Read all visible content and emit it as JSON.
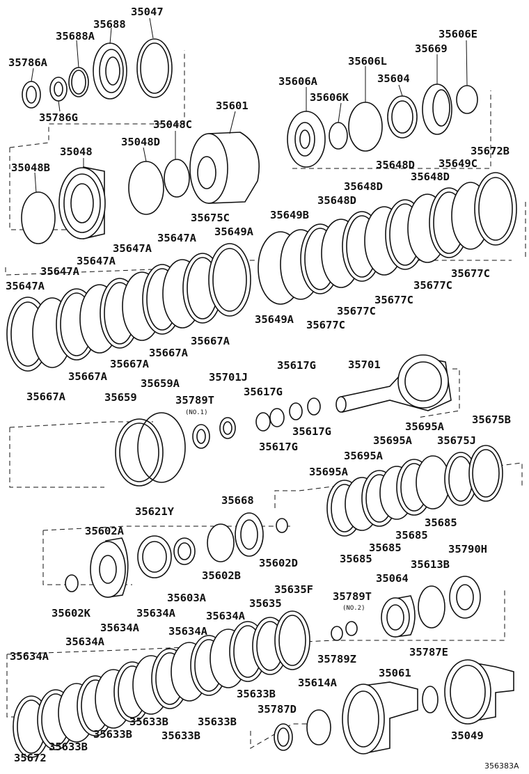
{
  "diagram": {
    "labels": {
      "l35047": "35047",
      "l35688": "35688",
      "l35688A": "35688A",
      "l35786A": "35786A",
      "l35786G": "35786G",
      "l35601": "35601",
      "l35048C": "35048C",
      "l35048D": "35048D",
      "l35048": "35048",
      "l35048B": "35048B",
      "l35606E": "35606E",
      "l35669": "35669",
      "l35606L": "35606L",
      "l35604": "35604",
      "l35606A": "35606A",
      "l35606K": "35606K",
      "l35672B": "35672B",
      "l35648D_1": "35648D",
      "l35649C": "35649C",
      "l35648D_2": "35648D",
      "l35648D_3": "35648D",
      "l35648D_4": "35648D",
      "l35649B": "35649B",
      "l35675C": "35675C",
      "l35649A_1": "35649A",
      "l35647A_1": "35647A",
      "l35647A_2": "35647A",
      "l35647A_3": "35647A",
      "l35647A_4": "35647A",
      "l35647A_5": "35647A",
      "l35677C_1": "35677C",
      "l35677C_2": "35677C",
      "l35677C_3": "35677C",
      "l35677C_4": "35677C",
      "l35677C_5": "35677C",
      "l35649A_2": "35649A",
      "l35667A_1": "35667A",
      "l35667A_2": "35667A",
      "l35667A_3": "35667A",
      "l35667A_4": "35667A",
      "l35667A_5": "35667A",
      "l35659A": "35659A",
      "l35659": "35659",
      "l35701J": "35701J",
      "l35789T_1": "35789T",
      "l35789T_1_no": "(NO.1)",
      "l35617G_1": "35617G",
      "l35617G_2": "35617G",
      "l35617G_3": "35617G",
      "l35617G_4": "35617G",
      "l35701": "35701",
      "l35675B": "35675B",
      "l35695A_1": "35695A",
      "l35695A_2": "35695A",
      "l35695A_3": "35695A",
      "l35695A_4": "35695A",
      "l35675J": "35675J",
      "l35685_1": "35685",
      "l35685_2": "35685",
      "l35685_3": "35685",
      "l35685_4": "35685",
      "l35621Y": "35621Y",
      "l35668": "35668",
      "l35602A": "35602A",
      "l35602D": "35602D",
      "l35602B": "35602B",
      "l35603A": "35603A",
      "l35602K": "35602K",
      "l35064": "35064",
      "l35613B": "35613B",
      "l35790H": "35790H",
      "l35635F": "35635F",
      "l35635": "35635",
      "l35789T_2": "35789T",
      "l35789T_2_no": "(NO.2)",
      "l35789Z": "35789Z",
      "l35634A_1": "35634A",
      "l35634A_2": "35634A",
      "l35634A_3": "35634A",
      "l35634A_4": "35634A",
      "l35634A_5": "35634A",
      "l35634A_6": "35634A",
      "l35633B_1": "35633B",
      "l35633B_2": "35633B",
      "l35633B_3": "35633B",
      "l35633B_4": "35633B",
      "l35633B_5": "35633B",
      "l35633B_6": "35633B",
      "l35787E": "35787E",
      "l35061": "35061",
      "l35614A": "35614A",
      "l35787D": "35787D",
      "l35672": "35672",
      "l35049": "35049",
      "figure_id": "356383A"
    }
  }
}
